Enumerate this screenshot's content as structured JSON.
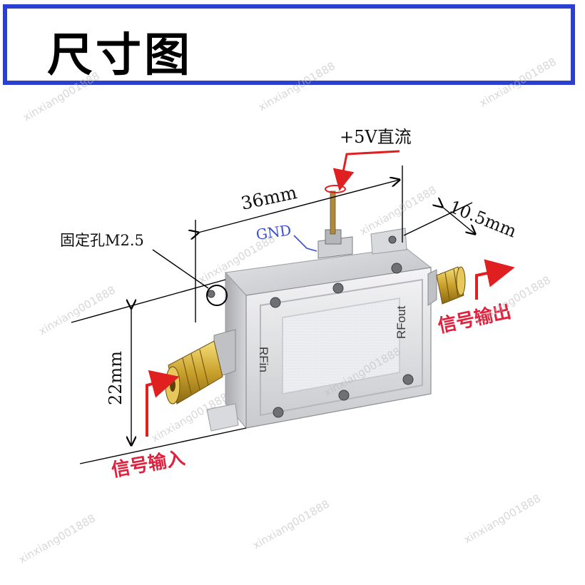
{
  "title": "尺寸图",
  "labels": {
    "power": "+5V直流",
    "length": "36mm",
    "depth": "10.5mm",
    "height": "22mm",
    "gnd": "GND",
    "mount_hole": "固定孔M2.5",
    "rf_in_port": "RFin",
    "rf_out_port": "RFout",
    "signal_in": "信号输入",
    "signal_out": "信号输出"
  },
  "watermark": "xinxiang001888",
  "colors": {
    "title_border": "#2b3fd1",
    "red_arrow": "#e02020",
    "gnd_blue": "#3a4fd0",
    "label_red": "#e0203c"
  }
}
